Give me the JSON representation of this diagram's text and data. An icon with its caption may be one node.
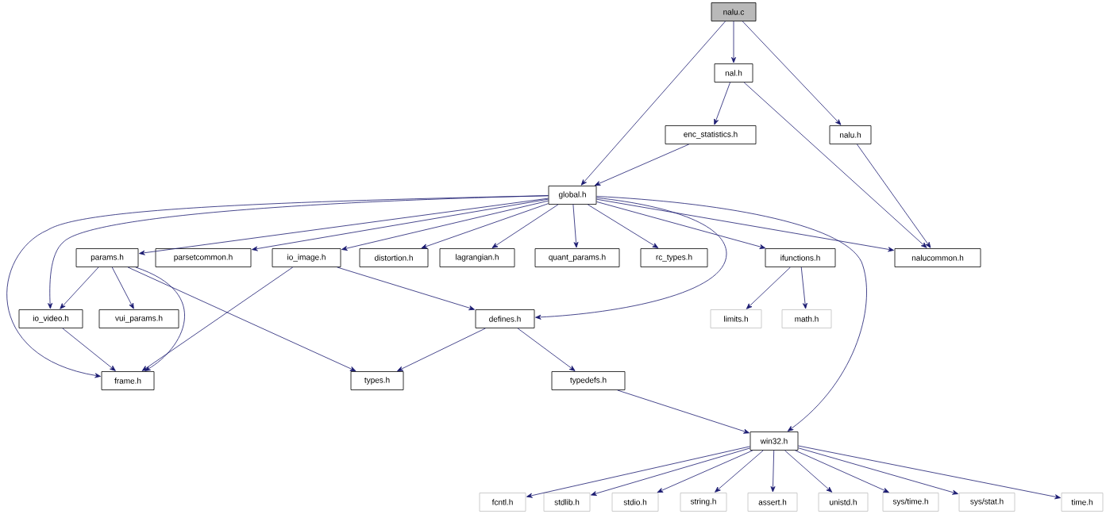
{
  "diagram": {
    "nodes": [
      {
        "text": [
          "nalu.c"
        ]
      },
      {
        "text": [
          "nal.h"
        ]
      },
      {
        "text": [
          "nalu.h"
        ]
      },
      {
        "text": [
          "enc_statistics.h"
        ]
      },
      {
        "text": [
          "global.h"
        ]
      },
      {
        "text": [
          "params.h"
        ]
      },
      {
        "text": [
          "parsetcommon.h"
        ]
      },
      {
        "text": [
          "io_image.h"
        ]
      },
      {
        "text": [
          "distortion.h"
        ]
      },
      {
        "text": [
          "lagrangian.h"
        ]
      },
      {
        "text": [
          "quant_params.h"
        ]
      },
      {
        "text": [
          "rc_types.h"
        ]
      },
      {
        "text": [
          "ifunctions.h"
        ]
      },
      {
        "text": [
          "nalucommon.h"
        ]
      },
      {
        "text": [
          "io_video.h"
        ]
      },
      {
        "text": [
          "vui_params.h"
        ]
      },
      {
        "text": [
          "defines.h"
        ]
      },
      {
        "text": [
          "limits.h"
        ]
      },
      {
        "text": [
          "math.h"
        ]
      },
      {
        "text": [
          "frame.h"
        ]
      },
      {
        "text": [
          "types.h"
        ]
      },
      {
        "text": [
          "typedefs.h"
        ]
      },
      {
        "text": [
          "win32.h"
        ]
      },
      {
        "text": [
          "fcntl.h"
        ]
      },
      {
        "text": [
          "stdlib.h"
        ]
      },
      {
        "text": [
          "stdio.h"
        ]
      },
      {
        "text": [
          "string.h"
        ]
      },
      {
        "text": [
          "assert.h"
        ]
      },
      {
        "text": [
          "unistd.h"
        ]
      },
      {
        "text": [
          "sys/time.h"
        ]
      },
      {
        "text": [
          "sys/stat.h"
        ]
      },
      {
        "text": [
          "time.h"
        ]
      }
    ],
    "edges": [
      {
        "from": 0,
        "to": 1,
        "arrow": "to"
      },
      {
        "from": 0,
        "to": 4,
        "arrow": "to"
      },
      {
        "from": 0,
        "to": 2,
        "arrow": "to"
      },
      {
        "from": 1,
        "to": 3,
        "arrow": "to"
      },
      {
        "from": 1,
        "to": 13,
        "arrow": "to"
      },
      {
        "from": 2,
        "to": 13,
        "arrow": "to"
      },
      {
        "from": 3,
        "to": 4,
        "arrow": "to"
      },
      {
        "from": 4,
        "to": 5,
        "arrow": "to"
      },
      {
        "from": 4,
        "to": 6,
        "arrow": "to"
      },
      {
        "from": 4,
        "to": 7,
        "arrow": "to"
      },
      {
        "from": 4,
        "to": 8,
        "arrow": "to"
      },
      {
        "from": 4,
        "to": 9,
        "arrow": "to"
      },
      {
        "from": 4,
        "to": 10,
        "arrow": "to"
      },
      {
        "from": 4,
        "to": 11,
        "arrow": "to"
      },
      {
        "from": 4,
        "to": 12,
        "arrow": "to"
      },
      {
        "from": 4,
        "to": 13,
        "arrow": "to"
      },
      {
        "from": 4,
        "to": 14,
        "arrow": "to"
      },
      {
        "from": 4,
        "to": 19,
        "arrow": "to"
      },
      {
        "from": 4,
        "to": 16,
        "arrow": "to"
      },
      {
        "from": 4,
        "to": 22,
        "arrow": "to"
      },
      {
        "from": 5,
        "to": 14,
        "arrow": "to"
      },
      {
        "from": 5,
        "to": 15,
        "arrow": "to"
      },
      {
        "from": 5,
        "to": 19,
        "arrow": "to"
      },
      {
        "from": 5,
        "to": 20,
        "arrow": "to"
      },
      {
        "from": 7,
        "to": 19,
        "arrow": "to"
      },
      {
        "from": 7,
        "to": 16,
        "arrow": "to"
      },
      {
        "from": 14,
        "to": 19,
        "arrow": "to"
      },
      {
        "from": 12,
        "to": 17,
        "arrow": "to"
      },
      {
        "from": 12,
        "to": 18,
        "arrow": "to"
      },
      {
        "from": 16,
        "to": 20,
        "arrow": "to"
      },
      {
        "from": 16,
        "to": 21,
        "arrow": "to"
      },
      {
        "from": 21,
        "to": 22,
        "arrow": "to"
      },
      {
        "from": 22,
        "to": 23,
        "arrow": "to"
      },
      {
        "from": 22,
        "to": 24,
        "arrow": "to"
      },
      {
        "from": 22,
        "to": 25,
        "arrow": "to"
      },
      {
        "from": 22,
        "to": 26,
        "arrow": "to"
      },
      {
        "from": 22,
        "to": 27,
        "arrow": "to"
      },
      {
        "from": 22,
        "to": 28,
        "arrow": "to"
      },
      {
        "from": 22,
        "to": 29,
        "arrow": "to"
      },
      {
        "from": 22,
        "to": 30,
        "arrow": "to"
      },
      {
        "from": 22,
        "to": 31,
        "arrow": "to"
      }
    ]
  }
}
